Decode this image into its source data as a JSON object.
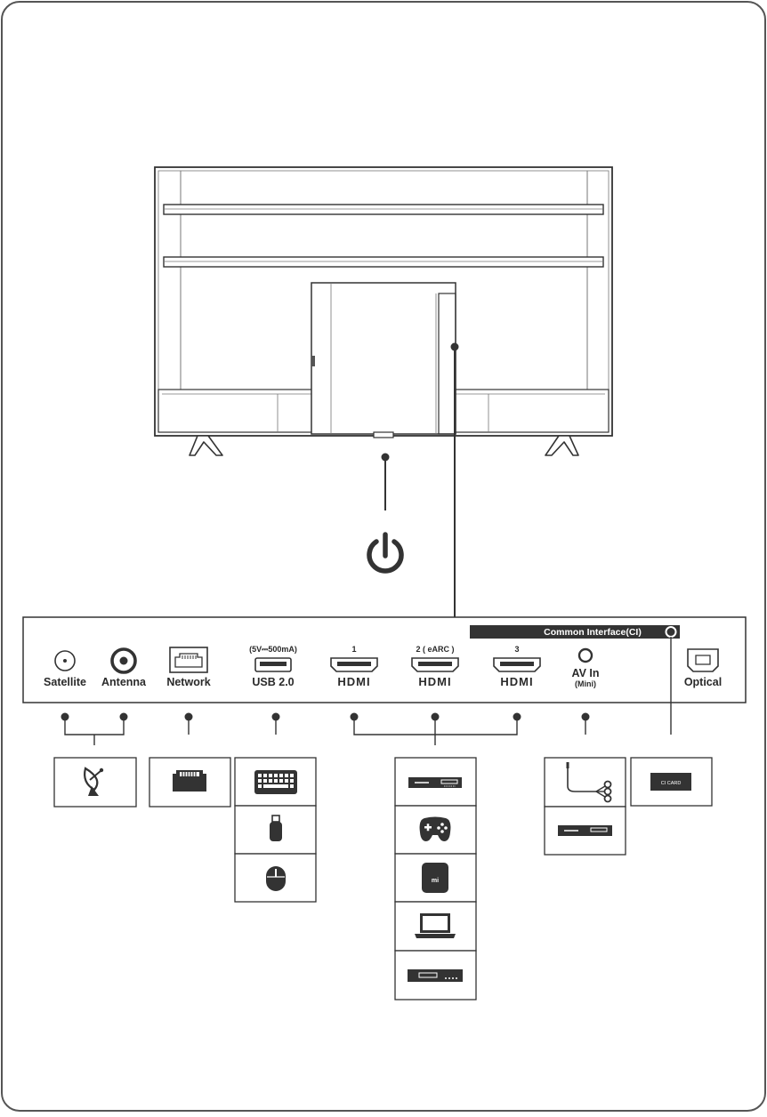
{
  "ports": {
    "satellite": "Satellite",
    "antenna": "Antenna",
    "network": "Network",
    "usb_spec": "(5V⎓500mA)",
    "usb": "USB 2.0",
    "hdmi1_num": "1",
    "hdmi2_num": "2 ( eARC )",
    "hdmi3_num": "3",
    "hdmi_logo": "HDMI",
    "av_in": "AV In",
    "av_mini": "(Mini)",
    "optical": "Optical"
  },
  "ci_header": "Common Interface(CI)",
  "ci_card_label": "CI CARD",
  "icons": {
    "power": "power-icon",
    "satellite_dish": "satellite-dish-icon",
    "ethernet": "ethernet-icon",
    "keyboard": "keyboard-icon",
    "usb_drive": "usb-drive-icon",
    "mouse": "mouse-icon",
    "set_top_box": "set-top-box-icon",
    "gamepad": "gamepad-icon",
    "tv_box": "tv-box-icon",
    "laptop": "laptop-icon",
    "dvd_player": "dvd-player-icon",
    "av_cable": "av-cable-icon",
    "ci_card": "ci-card-icon"
  },
  "colors": {
    "ink": "#333333",
    "ci_bar": "#333333"
  }
}
